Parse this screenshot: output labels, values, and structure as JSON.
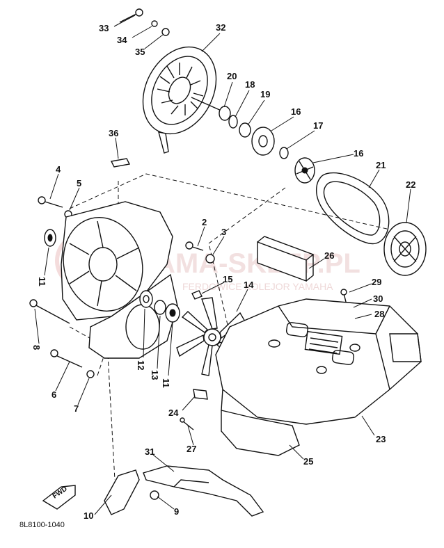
{
  "watermark": {
    "text": "YAMA-SKLEP.PL",
    "subtext": "FERDOWICE KOLEJOR YAMAHA"
  },
  "diagram_code": "8L8100-1040",
  "fwd_label": "FWD",
  "callouts": [
    {
      "id": "c33",
      "label": "33"
    },
    {
      "id": "c34",
      "label": "34"
    },
    {
      "id": "c35",
      "label": "35"
    },
    {
      "id": "c32",
      "label": "32"
    },
    {
      "id": "c20",
      "label": "20"
    },
    {
      "id": "c18",
      "label": "18"
    },
    {
      "id": "c19",
      "label": "19"
    },
    {
      "id": "c16a",
      "label": "16"
    },
    {
      "id": "c17",
      "label": "17"
    },
    {
      "id": "c16b",
      "label": "16"
    },
    {
      "id": "c21",
      "label": "21"
    },
    {
      "id": "c22",
      "label": "22"
    },
    {
      "id": "c36",
      "label": "36"
    },
    {
      "id": "c4",
      "label": "4"
    },
    {
      "id": "c5",
      "label": "5"
    },
    {
      "id": "c2",
      "label": "2"
    },
    {
      "id": "c3",
      "label": "3"
    },
    {
      "id": "c26",
      "label": "26"
    },
    {
      "id": "c11a",
      "label": "11"
    },
    {
      "id": "c15",
      "label": "15"
    },
    {
      "id": "c14",
      "label": "14"
    },
    {
      "id": "c29",
      "label": "29"
    },
    {
      "id": "c30",
      "label": "30"
    },
    {
      "id": "c28",
      "label": "28"
    },
    {
      "id": "c8",
      "label": "8"
    },
    {
      "id": "c12",
      "label": "12"
    },
    {
      "id": "c13",
      "label": "13"
    },
    {
      "id": "c11b",
      "label": "11"
    },
    {
      "id": "c6",
      "label": "6"
    },
    {
      "id": "c7",
      "label": "7"
    },
    {
      "id": "c24",
      "label": "24"
    },
    {
      "id": "c27",
      "label": "27"
    },
    {
      "id": "c23",
      "label": "23"
    },
    {
      "id": "c25",
      "label": "25"
    },
    {
      "id": "c31",
      "label": "31"
    },
    {
      "id": "c10",
      "label": "10"
    },
    {
      "id": "c9",
      "label": "9"
    }
  ]
}
